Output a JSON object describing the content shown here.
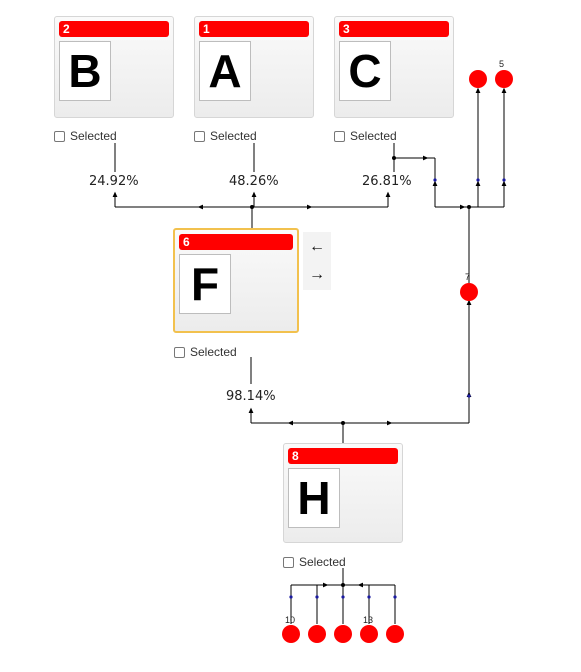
{
  "nodes": [
    {
      "key": "B",
      "id": "2",
      "letter": "B"
    },
    {
      "key": "A",
      "id": "1",
      "letter": "A"
    },
    {
      "key": "C",
      "id": "3",
      "letter": "C"
    },
    {
      "key": "F",
      "id": "6",
      "letter": "F"
    },
    {
      "key": "H",
      "id": "8",
      "letter": "H"
    }
  ],
  "checkbox_label": "Selected",
  "percentages": {
    "b": "24.92%",
    "a": "48.26%",
    "c": "26.81%",
    "f": "98.14%"
  },
  "toggle_icons": {
    "left": "arrow-left-icon",
    "right": "arrow-right-icon"
  },
  "small_labels": {
    "n5": "5",
    "n7": "7",
    "n10": "10",
    "n13": "13"
  },
  "colors": {
    "node_header": "#ff0000",
    "selected_border": "#f2c14e",
    "dot": "#ff0000",
    "wire": "#000000"
  }
}
